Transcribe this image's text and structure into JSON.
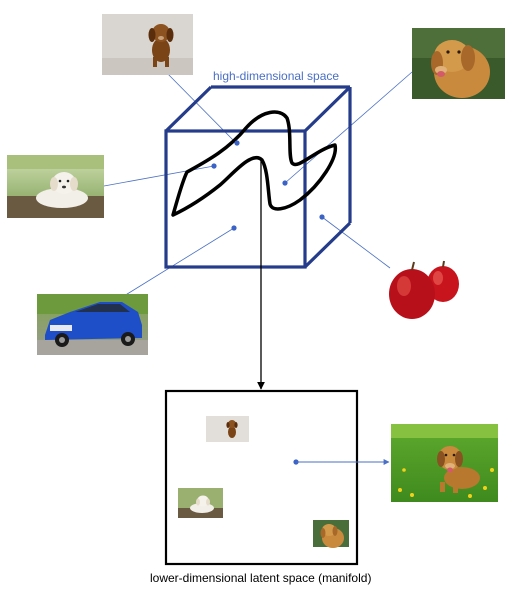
{
  "labels": {
    "high_dim": "high-dimensional space",
    "low_dim": "lower-dimensional latent space (manifold)"
  },
  "colors": {
    "cube_stroke": "#243c8a",
    "connector": "#4a6fc4",
    "dot": "#3b62c6",
    "manifold": "#000000",
    "latent_box": "#000000"
  },
  "images": [
    {
      "name": "puppy-sitting-photo",
      "subject": "brown puppy sitting on gray floor"
    },
    {
      "name": "golden-retriever-photo",
      "subject": "golden retriever head"
    },
    {
      "name": "white-puppy-photo",
      "subject": "white puppy lying on ground"
    },
    {
      "name": "blue-car-photo",
      "subject": "blue BMW car"
    },
    {
      "name": "red-apples-photo",
      "subject": "two red apples"
    },
    {
      "name": "latent-puppy-thumb",
      "subject": "brown puppy thumbnail"
    },
    {
      "name": "latent-white-puppy-thumb",
      "subject": "white puppy thumbnail"
    },
    {
      "name": "latent-golden-dog-thumb",
      "subject": "golden dog thumbnail"
    },
    {
      "name": "decoded-dog-on-grass-photo",
      "subject": "dog lying on green grass with flowers"
    }
  ]
}
